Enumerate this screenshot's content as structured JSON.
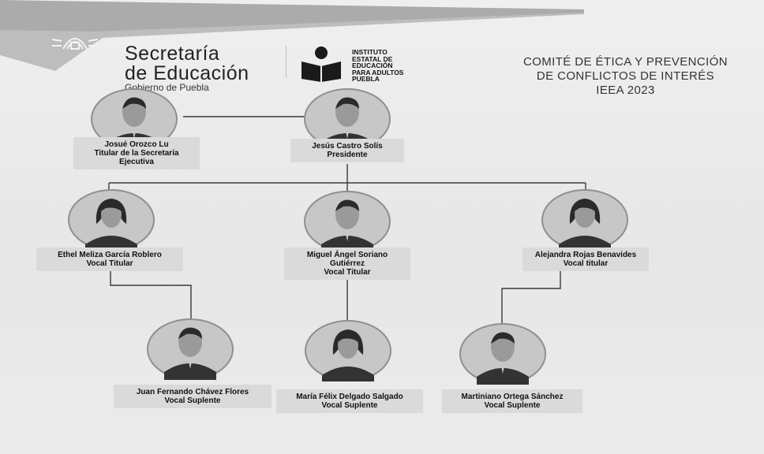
{
  "header": {
    "sec_title_line1": "Secretaría",
    "sec_title_line2": "de Educación",
    "sec_subtitle": "Gobierno de Puebla",
    "institute_lines": [
      "INSTITUTO",
      "ESTATAL DE",
      "EDUCACIÓN",
      "PARA ADULTOS",
      "PUEBLA"
    ],
    "heading_lines": [
      "COMITÉ DE ÉTICA Y PREVENCIÓN",
      "DE CONFLICTOS DE INTERÉS",
      "IEEA 2023"
    ],
    "logo_icon": "puebla-emblem-icon"
  },
  "members": {
    "secretary": {
      "name": "Josué Orozco Lu",
      "role_line1": "Titular de la Secretaría",
      "role_line2": "Ejecutiva",
      "avatar": "male-avatar-icon"
    },
    "president": {
      "name": "Jesús Castro Solís",
      "role_line1": "Presidente",
      "avatar": "male-avatar-icon"
    },
    "vocal1": {
      "name": "Ethel Meliza García Roblero",
      "role_line1": "Vocal Titular",
      "avatar": "female-avatar-icon"
    },
    "vocal2": {
      "name": "Miguel Ángel Soriano",
      "name_line2": "Gutiérrez",
      "role_line1": "Vocal Titular",
      "avatar": "male-avatar-icon"
    },
    "vocal3": {
      "name": "Alejandra Rojas Benavides",
      "role_line1": "Vocal titular",
      "avatar": "female-avatar-icon"
    },
    "sub1": {
      "name": "Juan Fernando Chávez Flores",
      "role_line1": "Vocal Suplente",
      "avatar": "male-avatar-icon"
    },
    "sub2": {
      "name": "María Félix Delgado Salgado",
      "role_line1": "Vocal Suplente",
      "avatar": "female-avatar-icon"
    },
    "sub3": {
      "name": "Martiniano Ortega Sánchez",
      "role_line1": "Vocal Suplente",
      "avatar": "male-avatar-icon"
    }
  },
  "colors": {
    "avatar_bg": "#c7c7c7",
    "avatar_ring": "#8f8f8f",
    "skin": "#9a9a9a",
    "hair": "#2a2a2a",
    "suit": "#333333",
    "label_bg": "#dadada"
  }
}
